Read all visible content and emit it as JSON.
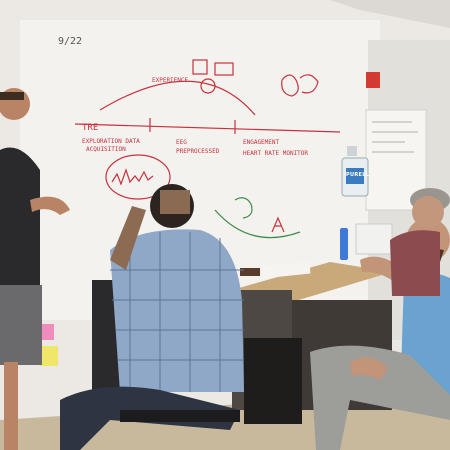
{
  "photo": {
    "whiteboard_labels": {
      "date": "9/22",
      "experience": "EXPERIENCE",
      "tre": "TRE",
      "exploration": "EXPLORATION DATA",
      "acquisition": "ACQUISITION",
      "eeg": "EEG",
      "preprocessed": "PREPROCESSED",
      "engagement": "ENGAGEMENT",
      "heart_rate": "HEART RATE MONITOR"
    },
    "tags": {
      "fire_alarm": "",
      "sanitizer_label": "PURELL"
    },
    "colors": {
      "wall": "#ece9e4",
      "marker_red": "#c8323c",
      "marker_green": "#3f8a48",
      "plaid_shirt": "#8fa8c8",
      "blue_polo": "#6aa3d0",
      "post_it_pink": "#f08cbc",
      "post_it_yellow": "#f0e66a"
    }
  }
}
